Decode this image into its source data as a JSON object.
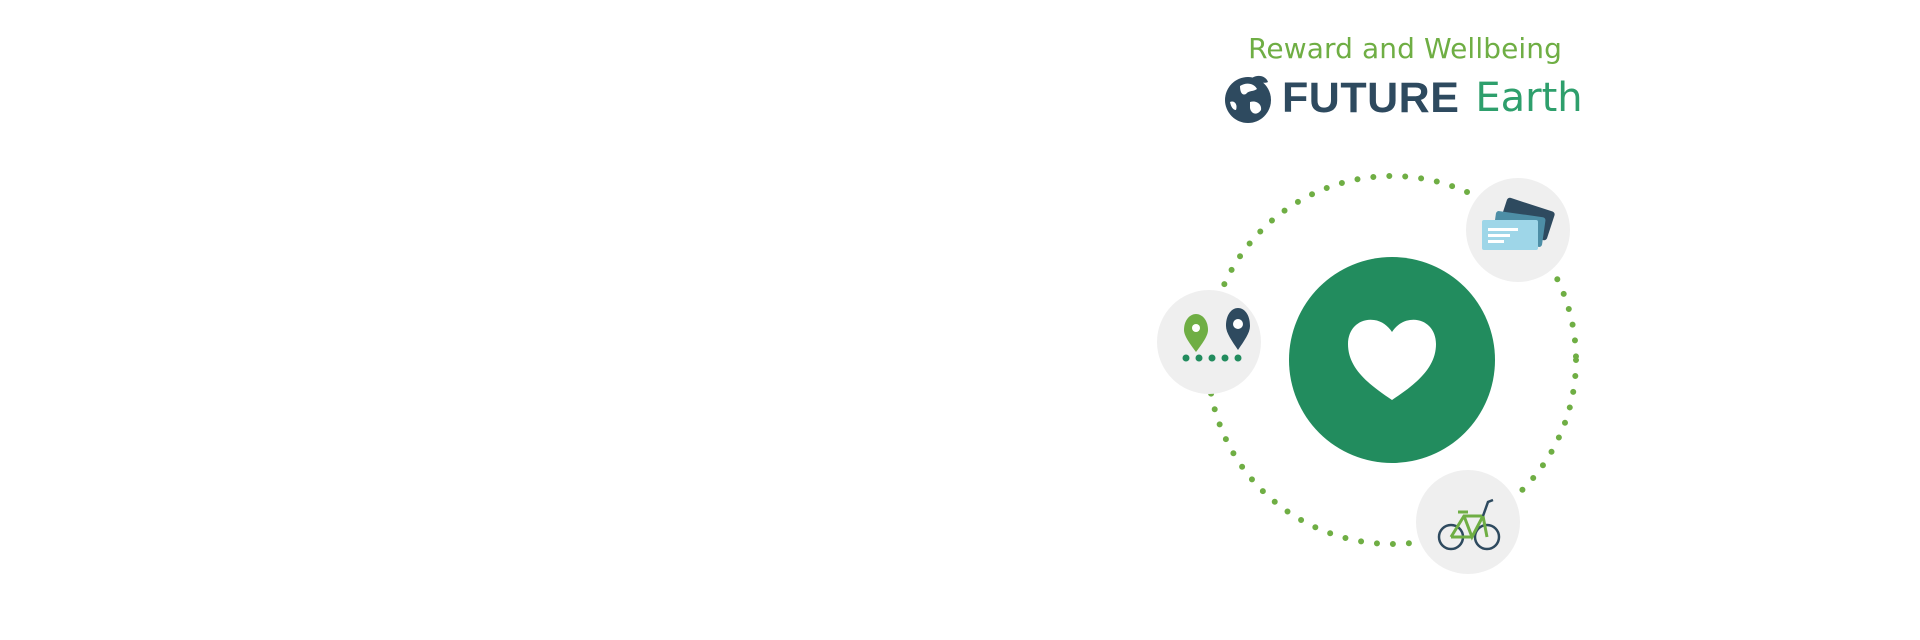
{
  "brand": {
    "subtitle": "Reward and Wellbeing",
    "logo_bold": "FUTURE",
    "logo_light": "Earth",
    "icon": "globe-icon"
  },
  "graphic": {
    "center_icon": "heart-icon",
    "satellite_icons": [
      "location-pins-icon",
      "cards-icon",
      "bicycle-icon"
    ]
  },
  "colors": {
    "green_light": "#6FAE44",
    "green_dark": "#228C5E",
    "navy": "#2E4A5F",
    "teal": "#2E9F6C",
    "circle_grey": "#EFEFEF",
    "card_light": "#9ED6E8",
    "card_mid": "#4D8EA6"
  }
}
